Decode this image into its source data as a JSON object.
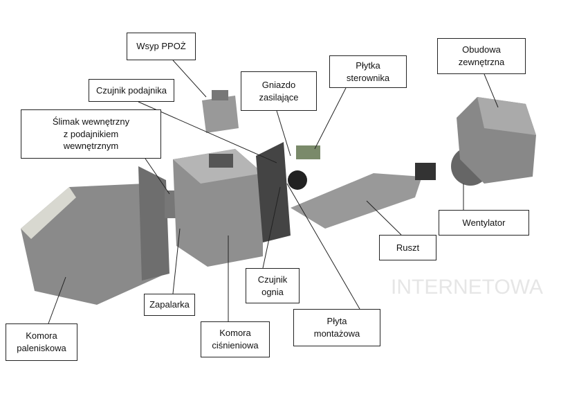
{
  "watermark": "INTERNETOWA",
  "labels": {
    "wsyp": "Wsyp PPOŻ",
    "czujnik_podajnika": "Czujnik podajnika",
    "gniazdo": "Gniazdo\nzasilające",
    "plytka": "Płytka\nsterownika",
    "obudowa": "Obudowa\nzewnętrzna",
    "slimak": "Ślimak wewnętrzny\nz podajnikiem\nwewnętrznym",
    "wentylator": "Wentylator",
    "ruszt": "Ruszt",
    "czujnik_ognia": "Czujnik\nognia",
    "plyta": "Płyta\nmontażowa",
    "zapalarka": "Zapalarka",
    "komora_cisnieniowa": "Komora\nciśnieniowa",
    "komora_paleniskowa": "Komora\npaleniskowa"
  }
}
